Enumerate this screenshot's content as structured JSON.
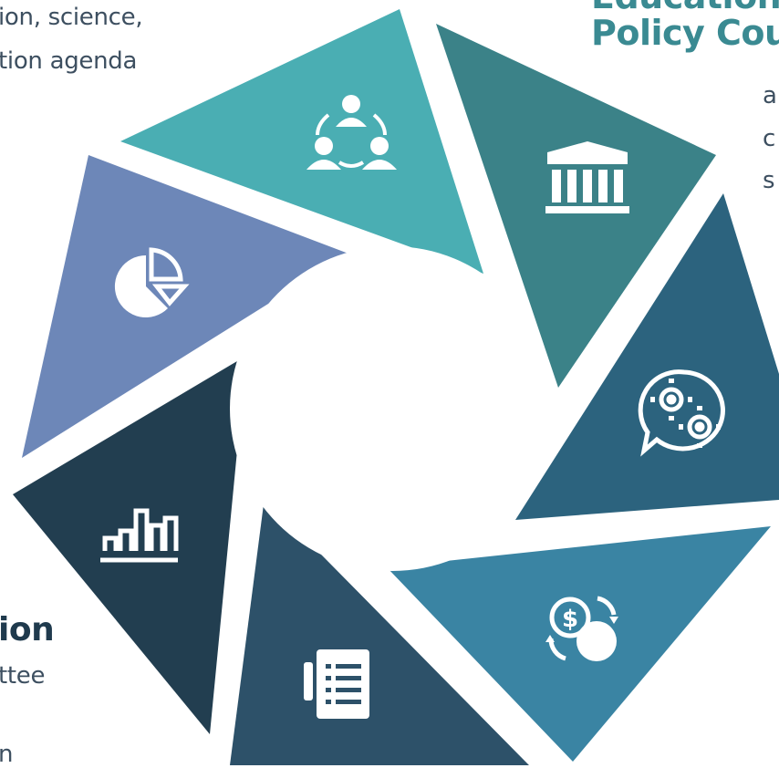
{
  "text_blocks": {
    "top_left_line1": "ion, science,",
    "top_left_line2": "tion agenda",
    "top_right_heading1": "Education",
    "top_right_heading2": "Policy Cou",
    "right_frag1": "a",
    "right_frag2": "c",
    "right_frag3": "s",
    "bottom_left_heading": "ion",
    "bottom_left_line1": "ttee",
    "bottom_left_line2": "n"
  },
  "colors": {
    "teal_light": "#4aaeb3",
    "teal_mid": "#3b8288",
    "steel_blue": "#2c637e",
    "blue_mid": "#3a84a3",
    "navy": "#2d5169",
    "navy_dark": "#223e50",
    "lavender": "#6d87b8"
  },
  "segments": [
    {
      "id": "collaboration",
      "icon": "people-network-icon",
      "color": "#4aaeb3"
    },
    {
      "id": "government",
      "icon": "institution-building-icon",
      "color": "#3b8288"
    },
    {
      "id": "ideas",
      "icon": "gears-speech-bubble-icon",
      "color": "#2c637e"
    },
    {
      "id": "funding",
      "icon": "dollar-exchange-icon",
      "color": "#3a84a3"
    },
    {
      "id": "documents",
      "icon": "document-list-icon",
      "color": "#2d5169"
    },
    {
      "id": "statistics",
      "icon": "bar-chart-icon",
      "color": "#223e50"
    },
    {
      "id": "analysis",
      "icon": "pie-chart-icon",
      "color": "#6d87b8"
    }
  ]
}
